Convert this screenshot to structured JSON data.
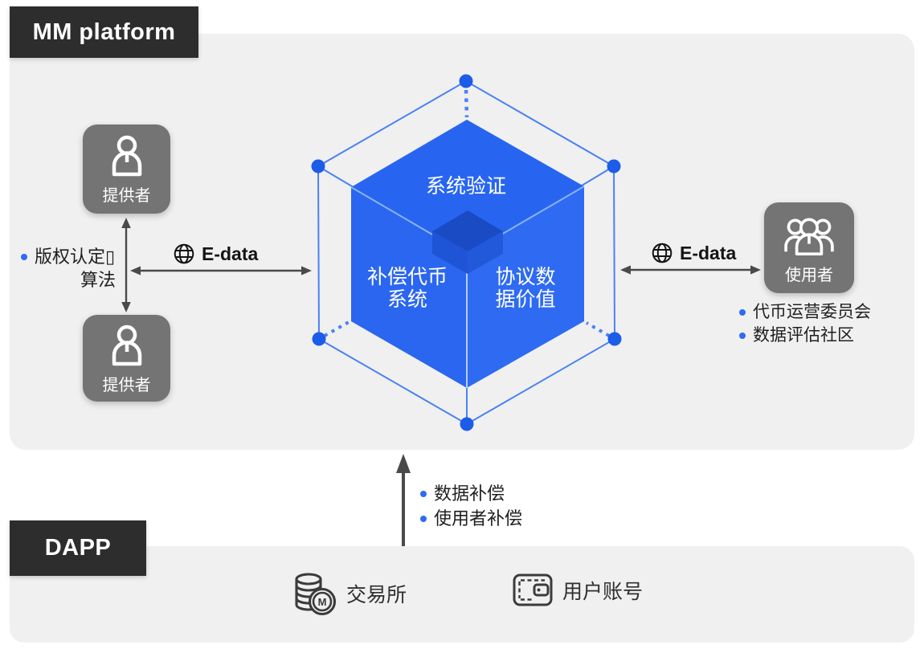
{
  "platform_label": "MM platform",
  "dapp_label": "DAPP",
  "provider_top": {
    "label": "提供者"
  },
  "provider_bottom": {
    "label": "提供者"
  },
  "provider_note": {
    "line1": "版权认定▯",
    "line2": "算法"
  },
  "edata_left": {
    "label": "E-data"
  },
  "edata_right": {
    "label": "E-data"
  },
  "cube": {
    "top_face": "系统验证",
    "left_face_line1": "补偿代币",
    "left_face_line2": "系统",
    "right_face_line1": "协议数",
    "right_face_line2": "据价值"
  },
  "user_box": {
    "label": "使用者"
  },
  "user_notes": [
    "代币运营委员会",
    "数据评估社区"
  ],
  "flow_notes": [
    "数据补偿",
    "使用者补偿"
  ],
  "dapp_items": [
    {
      "icon": "coin-stack-icon",
      "label": "交易所"
    },
    {
      "icon": "wallet-icon",
      "label": "用户账号"
    }
  ],
  "colors": {
    "cube_blue_top": "#2765f1",
    "cube_blue_left": "#2a66ef",
    "cube_blue_right": "#2e6bf2",
    "mini_cube_blue": "#1b4ac5",
    "wire_blue": "#4a81f4",
    "node_blue": "#1d5ce9",
    "box_gray": "#747474",
    "label_dark": "#2d2d2d",
    "panel_gray": "#f0f0f0",
    "arrow_gray": "#4a4a4a",
    "bullet_blue": "#2f6bf2"
  }
}
